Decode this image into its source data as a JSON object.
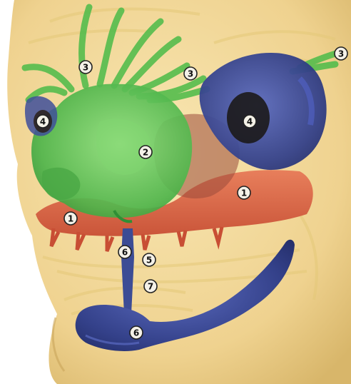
{
  "colors": {
    "background": "#ffffff",
    "bone": "#f1d99a",
    "bone_shadow": "#d9b867",
    "region_1": "#df6b4c",
    "region_2": "#5fc35f",
    "region_3": "#58c050",
    "region_4": "#3f4f9a",
    "region_5": "#f1d99a",
    "region_6": "#3c4c95",
    "region_7": "#f1d99a"
  },
  "labels": [
    {
      "id": "label-3-left",
      "text": "3"
    },
    {
      "id": "label-3-center",
      "text": "3"
    },
    {
      "id": "label-3-right",
      "text": "3"
    },
    {
      "id": "label-4-left",
      "text": "4"
    },
    {
      "id": "label-4-right",
      "text": "4"
    },
    {
      "id": "label-2",
      "text": "2"
    },
    {
      "id": "label-1-left",
      "text": "1"
    },
    {
      "id": "label-1-right",
      "text": "1"
    },
    {
      "id": "label-6-top",
      "text": "6"
    },
    {
      "id": "label-5",
      "text": "5"
    },
    {
      "id": "label-7",
      "text": "7"
    },
    {
      "id": "label-6-bottom",
      "text": "6"
    }
  ]
}
